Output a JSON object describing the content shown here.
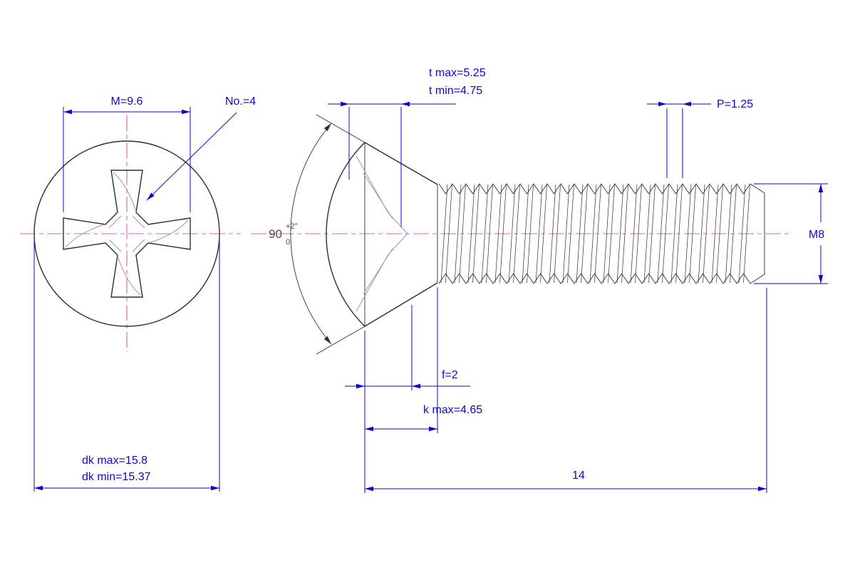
{
  "drawing": {
    "colors": {
      "dimension_blue": "#0a0ac8",
      "centerline_magenta": "#e060c8",
      "outline_dark": "#2e2e2e",
      "detail_gray": "#9a9a9a",
      "angle_text_gray": "#4a4a4a",
      "background": "#ffffff"
    },
    "front_view": {
      "m_dim": "M=9.6",
      "recess_no": "No.=4",
      "dk_max": "dk max=15.8",
      "dk_min": "dk min=15.37"
    },
    "side_view": {
      "t_max": "t max=5.25",
      "t_min": "t min=4.75",
      "pitch": "P=1.25",
      "thread_size": "M8",
      "f_dim": "f=2",
      "k_max": "k max=4.65",
      "length": "14",
      "angle": "90",
      "angle_tol_plus": "+2°",
      "angle_tol_minus": "0"
    }
  }
}
